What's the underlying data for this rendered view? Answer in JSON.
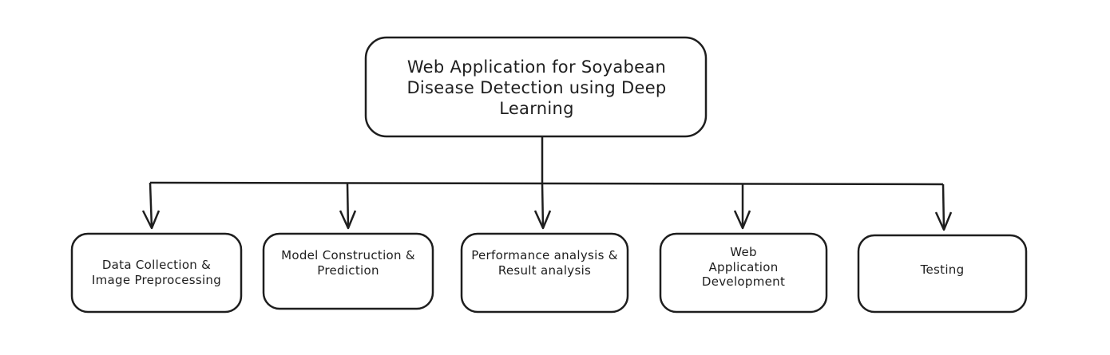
{
  "diagram": {
    "root": {
      "label": "Web Application for Soyabean Disease Detection using Deep Learning"
    },
    "children": [
      {
        "id": "data-collection",
        "label": "Data Collection & Image Preprocessing"
      },
      {
        "id": "model-construction",
        "label": "Model Construction & Prediction"
      },
      {
        "id": "performance-analysis",
        "label": "Performance analysis & Result analysis"
      },
      {
        "id": "web-app-development",
        "label": "Web Application Development"
      },
      {
        "id": "testing",
        "label": "Testing"
      }
    ],
    "colors": {
      "stroke": "#1e1e1e",
      "background": "#ffffff",
      "text": "#1e1e1e"
    }
  }
}
